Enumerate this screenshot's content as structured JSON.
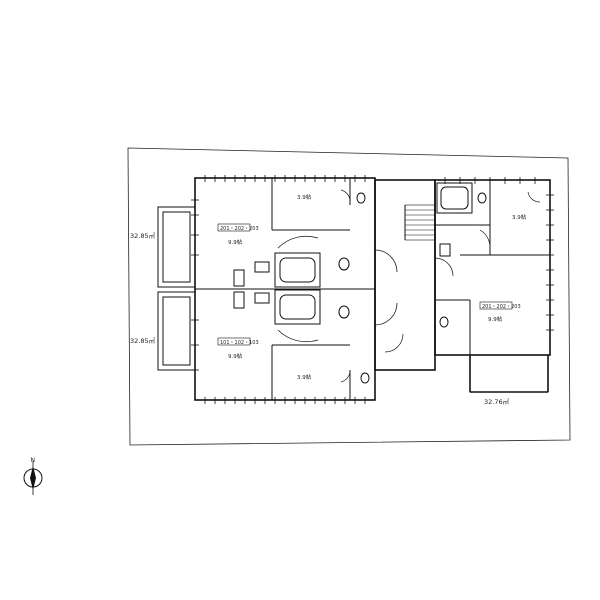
{
  "units": [
    {
      "id": "201",
      "label": "201・202・203",
      "main_room": "9.9帖",
      "small_room": "3.9帖"
    },
    {
      "id": "101",
      "label": "101・102・103",
      "main_room": "9.9帖",
      "small_room": "3.9帖"
    },
    {
      "id": "203",
      "label": "201・202・203",
      "main_room": "9.9帖",
      "small_room": "3.9帖"
    }
  ],
  "balcony_areas": [
    "32.85㎡",
    "32.85㎡",
    "32.76㎡"
  ],
  "north_label": "N",
  "colors": {
    "line": "#111111",
    "background": "#ffffff"
  }
}
